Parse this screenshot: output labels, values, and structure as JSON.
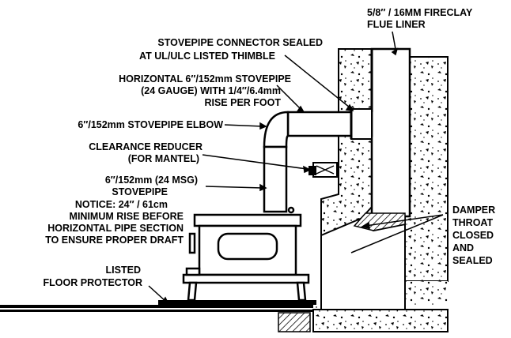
{
  "labels": {
    "flue_liner": [
      "5/8″ / 16MM FIRECLAY",
      "FLUE LINER"
    ],
    "connector": [
      "STOVEPIPE CONNECTOR SEALED",
      "AT UL/ULC LISTED THIMBLE"
    ],
    "horizontal_pipe": [
      "HORIZONTAL 6″/152mm STOVEPIPE",
      "(24 GAUGE) WITH 1/4″/6.4mm",
      "RISE PER FOOT"
    ],
    "elbow": [
      "6″/152mm STOVEPIPE ELBOW"
    ],
    "clearance_reducer": [
      "CLEARANCE REDUCER",
      "(FOR MANTEL)"
    ],
    "stovepipe": [
      "6″/152mm (24 MSG)",
      "STOVEPIPE"
    ],
    "notice": [
      "NOTICE: 24″ / 61cm",
      "MINIMUM RISE BEFORE",
      "HORIZONTAL PIPE SECTION",
      "TO ENSURE PROPER DRAFT"
    ],
    "damper": [
      "DAMPER",
      "THROAT",
      "CLOSED",
      "AND",
      "SEALED"
    ],
    "floor_protector": [
      "LISTED",
      "FLOOR PROTECTOR"
    ]
  }
}
